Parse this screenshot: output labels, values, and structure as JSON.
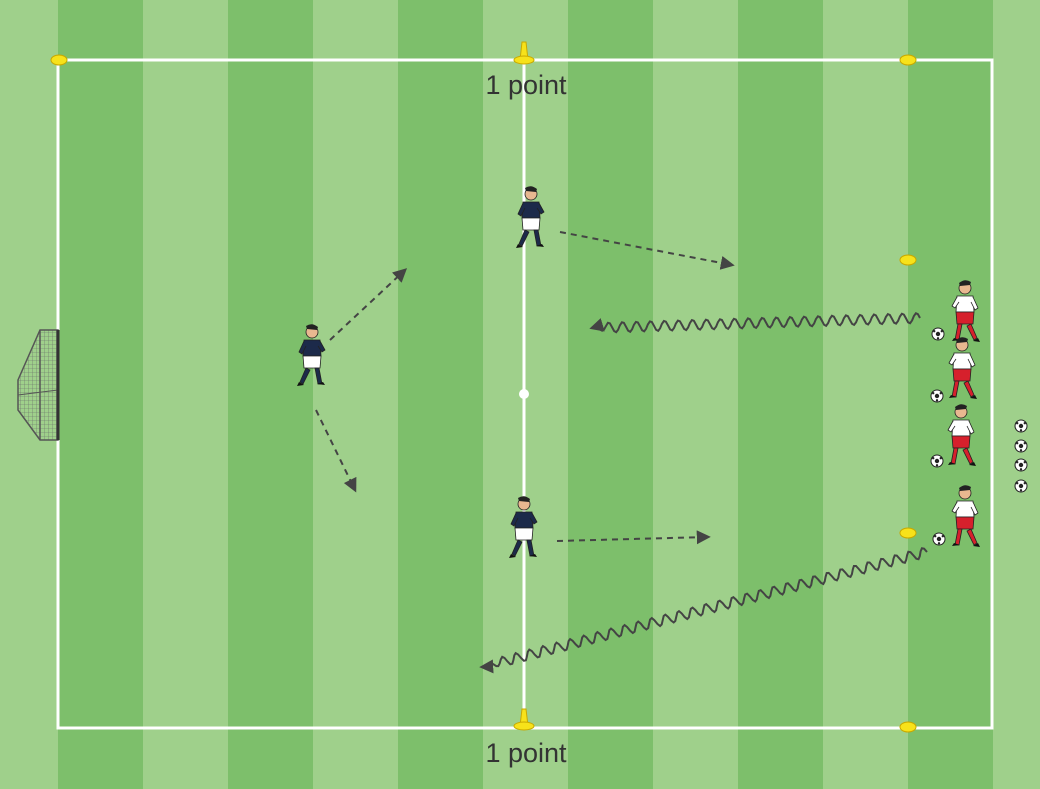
{
  "colors": {
    "stripe_dark": "#7dbf6b",
    "stripe_light": "#9fd08b",
    "line": "#ffffff",
    "cone": "#f7e21a",
    "arrow": "#444444",
    "dark_kit": "#1c2a4a",
    "red_kit": "#d6202c",
    "skin": "#e8b890"
  },
  "labels": {
    "top_point": "1 point",
    "bottom_point": "1 point"
  },
  "elements": {
    "goal": "goal-net",
    "cones": "marker-cones",
    "defenders": "defender-players",
    "attackers": "attacker-players",
    "balls": "soccer-balls",
    "passes": "pass-arrows",
    "dribbles": "dribble-arrows"
  }
}
